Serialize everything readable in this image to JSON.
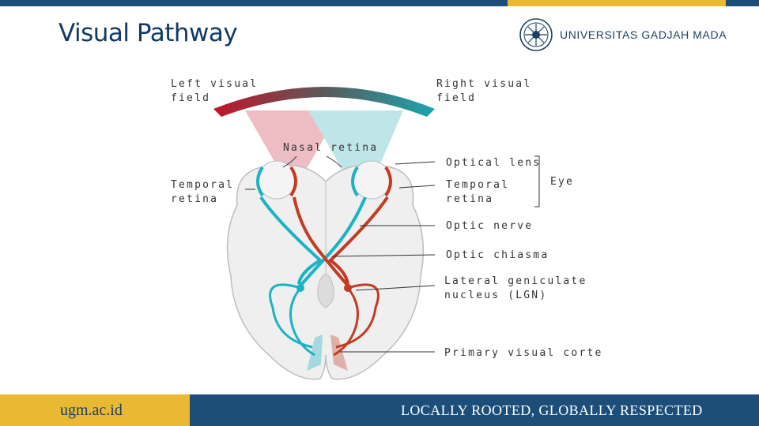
{
  "slide": {
    "title": "Visual Pathway"
  },
  "logo": {
    "text": "UNIVERSITAS GADJAH MADA"
  },
  "diagram": {
    "labels": {
      "left_visual_field": [
        "Left visual",
        "field"
      ],
      "right_visual_field": [
        "Right visual",
        "field"
      ],
      "nasal_retina": "Nasal retina",
      "temporal_retina_left": [
        "Temporal",
        "retina"
      ],
      "optical_lens": "Optical lens",
      "temporal_retina_right": [
        "Temporal",
        "retina"
      ],
      "eye": "Eye",
      "optic_nerve": "Optic nerve",
      "optic_chiasma": "Optic chiasma",
      "lgn": [
        "Lateral geniculate",
        "nucleus (LGN)"
      ],
      "primary_visual_cortex": "Primary visual cortex"
    },
    "colors": {
      "left_field": "#c0152a",
      "right_field": "#1aa5b0",
      "left_pathway": "#c23b22",
      "right_pathway": "#1ab3c4",
      "brain": "#efefef",
      "brain_outline": "#bdbdbd"
    }
  },
  "footer": {
    "url": "ugm.ac.id",
    "tagline": "LOCALLY ROOTED, GLOBALLY RESPECTED"
  }
}
